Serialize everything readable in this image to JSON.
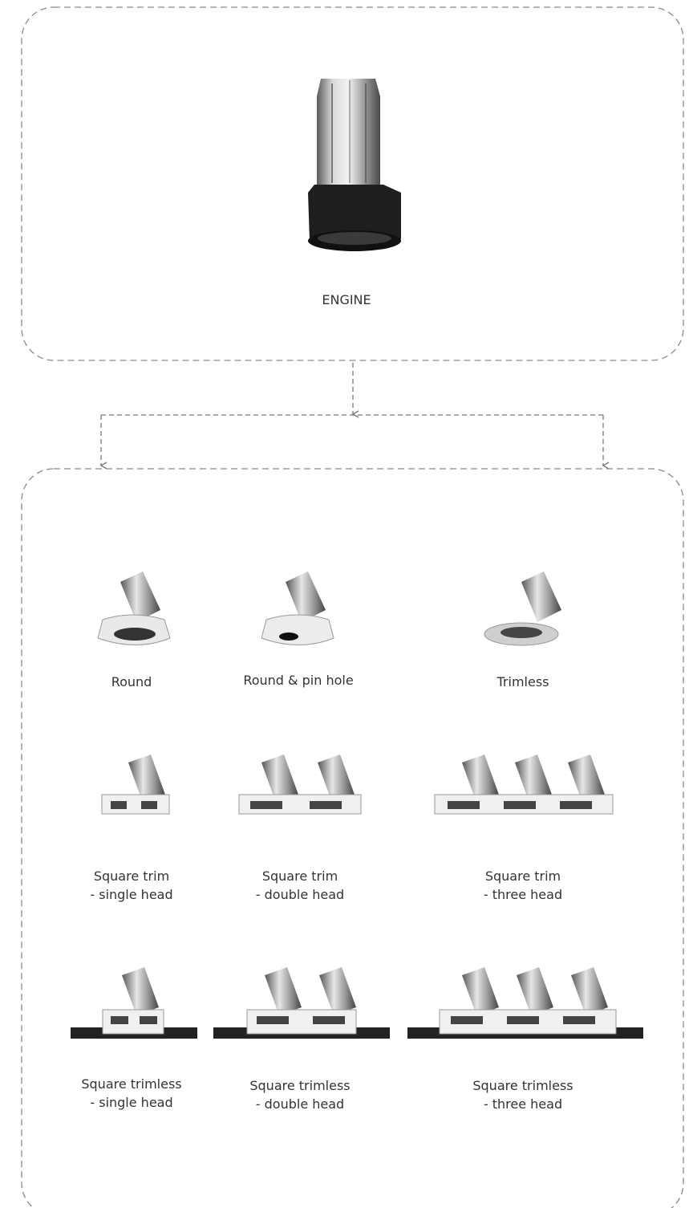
{
  "engine": {
    "label": "ENGINE"
  },
  "variants": [
    {
      "id": "round",
      "line1": "Round",
      "line2": ""
    },
    {
      "id": "round-pin-hole",
      "line1": "Round & pin hole",
      "line2": ""
    },
    {
      "id": "trimless",
      "line1": "Trimless",
      "line2": ""
    },
    {
      "id": "square-trim-single",
      "line1": "Square trim",
      "line2": "- single head"
    },
    {
      "id": "square-trim-double",
      "line1": "Square trim",
      "line2": "- double head"
    },
    {
      "id": "square-trim-three",
      "line1": "Square trim",
      "line2": "- three head"
    },
    {
      "id": "square-trimless-single",
      "line1": "Square trimless",
      "line2": "- single head"
    },
    {
      "id": "square-trimless-double",
      "line1": "Square trimless",
      "line2": "- double head"
    },
    {
      "id": "square-trimless-three",
      "line1": "Square trimless",
      "line2": "- three head"
    }
  ],
  "colors": {
    "dash": "#8a8a8a",
    "text": "#333333"
  }
}
